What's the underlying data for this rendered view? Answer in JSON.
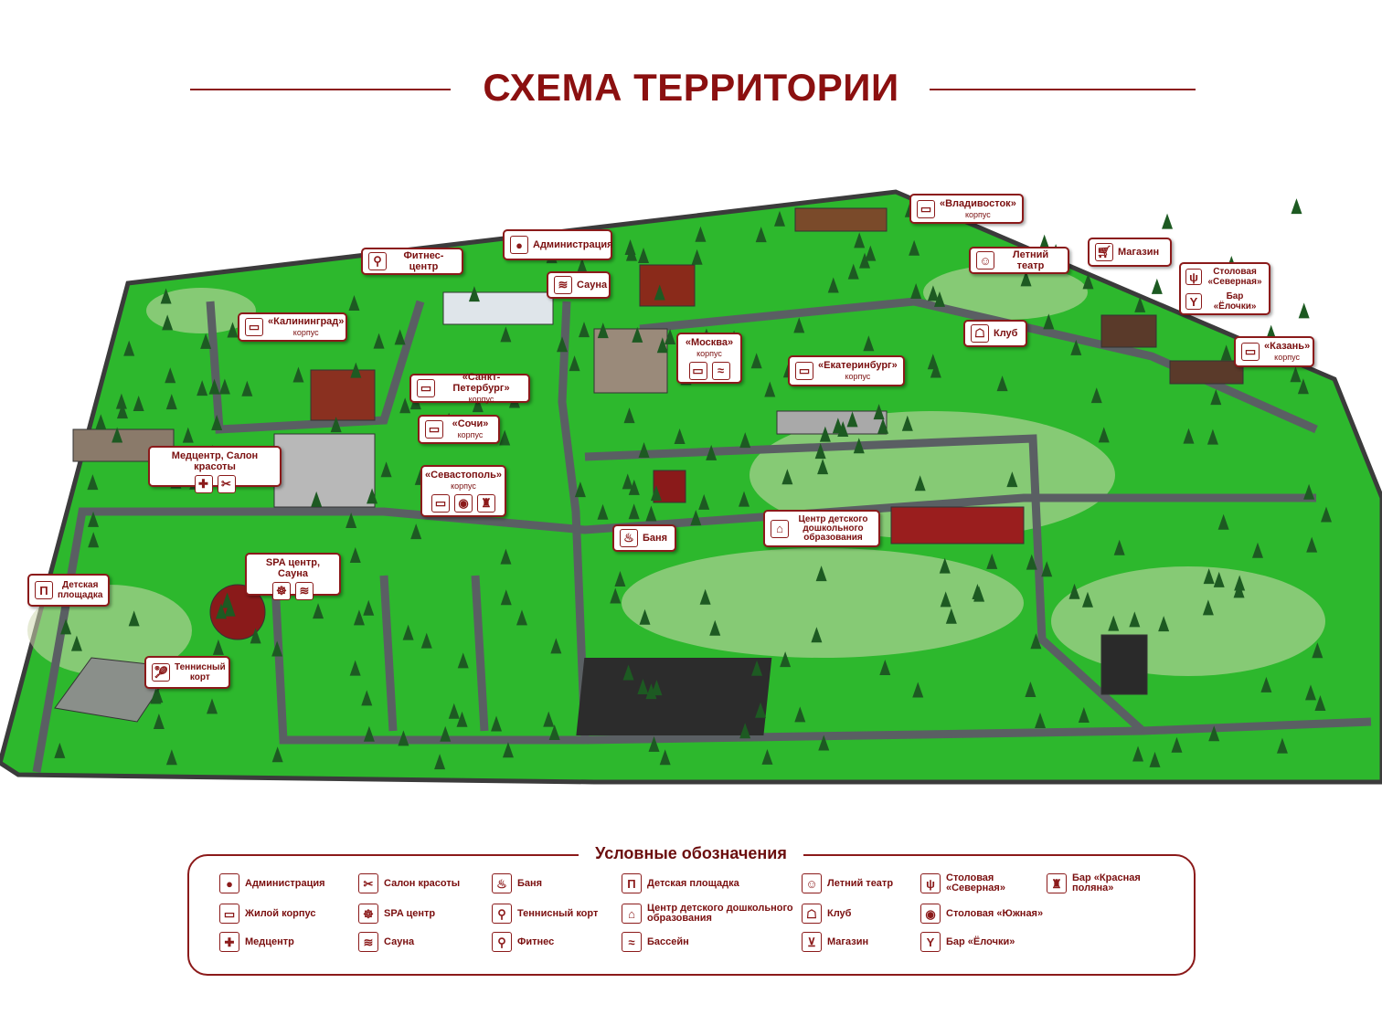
{
  "title": "СХЕМА ТЕРРИТОРИИ",
  "colors": {
    "accent": "#8b1a1a",
    "grass": "#2fbf2f",
    "road": "#555a5e"
  },
  "callouts": {
    "vladivostok": {
      "name": "«Владивосток»",
      "sub": "корпус",
      "icon": "bed-icon"
    },
    "summer_theatre": {
      "name": "Летний театр",
      "icon": "theatre-masks-icon"
    },
    "shop": {
      "name": "Магазин",
      "icon": "cart-icon"
    },
    "canteen_north": {
      "name": "Столовая «Северная»",
      "bar": "Бар «Ёлочки»",
      "icon": "fork-knife-icon"
    },
    "kazan": {
      "name": "«Казань»",
      "sub": "корпус",
      "icon": "bed-icon"
    },
    "club": {
      "name": "Клуб",
      "icon": "dancers-icon"
    },
    "ekaterinburg": {
      "name": "«Екатеринбург»",
      "sub": "корпус",
      "icon": "bed-icon"
    },
    "moscow": {
      "name": "«Москва»",
      "sub": "корпус",
      "icon": "bed-icon"
    },
    "administration": {
      "name": "Администрация",
      "icon": "person-icon"
    },
    "fitness": {
      "name": "Фитнес-центр",
      "icon": "treadmill-icon"
    },
    "sauna": {
      "name": "Сауна",
      "icon": "steam-icon"
    },
    "kaliningrad": {
      "name": "«Калининград»",
      "sub": "корпус",
      "icon": "bed-icon"
    },
    "spb": {
      "name": "«Санкт-Петербург»",
      "sub": "корпус",
      "icon": "bed-icon"
    },
    "sochi": {
      "name": "«Сочи»",
      "sub": "корпус",
      "icon": "bed-icon"
    },
    "medcenter": {
      "name": "Медцентр, Салон красоты"
    },
    "sevastopol": {
      "name": "«Севастополь»",
      "sub": "корпус"
    },
    "banya": {
      "name": "Баня",
      "icon": "bath-icon"
    },
    "kindergarten": {
      "name": "Центр детского дошкольного образования",
      "icon": "family-icon"
    },
    "spa": {
      "name": "SPA центр, Сауна"
    },
    "playground": {
      "name": "Детская площадка",
      "icon": "swing-icon"
    },
    "tennis": {
      "name": "Теннисный корт",
      "icon": "tennis-icon"
    }
  },
  "legend": {
    "title": "Условные обозначения",
    "items": [
      {
        "label": "Администрация",
        "icon": "person-icon"
      },
      {
        "label": "Жилой корпус",
        "icon": "bed-icon"
      },
      {
        "label": "Медцентр",
        "icon": "cross-icon"
      },
      {
        "label": "Салон красоты",
        "icon": "scissors-icon"
      },
      {
        "label": "SPA центр",
        "icon": "spa-icon"
      },
      {
        "label": "Сауна",
        "icon": "steam-icon"
      },
      {
        "label": "Баня",
        "icon": "bath-icon"
      },
      {
        "label": "Теннисный корт",
        "icon": "tennis-icon"
      },
      {
        "label": "Фитнес",
        "icon": "treadmill-icon"
      },
      {
        "label": "Детская площадка",
        "icon": "swing-icon"
      },
      {
        "label": "Центр детского дошкольного образования",
        "icon": "family-icon"
      },
      {
        "label": "Бассейн",
        "icon": "swimmer-icon"
      },
      {
        "label": "Летний театр",
        "icon": "theatre-masks-icon"
      },
      {
        "label": "Клуб",
        "icon": "dancers-icon"
      },
      {
        "label": "Магазин",
        "icon": "cart-icon"
      },
      {
        "label": "Столовая «Северная»",
        "icon": "fork-knife-icon"
      },
      {
        "label": "Столовая «Южная»",
        "icon": "plate-icon"
      },
      {
        "label": "Бар «Ёлочки»",
        "icon": "cocktail-icon"
      },
      {
        "label": "Бар «Красная поляна»",
        "icon": "bar-table-icon"
      }
    ]
  }
}
